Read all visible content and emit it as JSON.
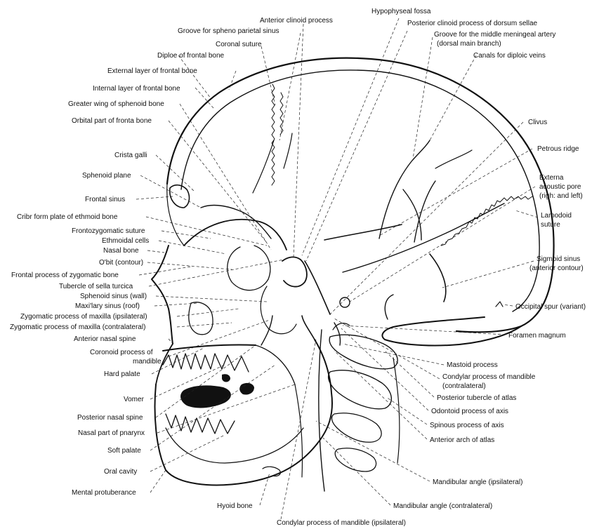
{
  "labels_top": [
    {
      "id": "hypophyseal-fossa",
      "text": "Hypophyseal fossa"
    },
    {
      "id": "anterior-clinoid-process",
      "text": "Anterior clinoid process"
    },
    {
      "id": "posterior-clinoid-process",
      "text": "Posterior clinoid process of dorsum sellae"
    },
    {
      "id": "groove-spheno-parietal-sinus",
      "text": "Groove for spheno parietal sinus"
    },
    {
      "id": "groove-middle-meningeal-1",
      "text": "Groove for the middle meningeal artery"
    },
    {
      "id": "groove-middle-meningeal-2",
      "text": "(dorsal main branch)"
    },
    {
      "id": "coronal-suture",
      "text": "Coronal suture"
    }
  ],
  "labels_left": [
    {
      "id": "diploe-frontal-bone",
      "text": "Diploe of frontal bone"
    },
    {
      "id": "external-layer-frontal-bone",
      "text": "External layer of frontal bone"
    },
    {
      "id": "internal-layer-frontal-bone",
      "text": "Internal layer of frontal bone"
    },
    {
      "id": "greater-wing-sphenoid",
      "text": "Greater wing of sphenoid bone"
    },
    {
      "id": "orbital-part-frontal",
      "text": "Orbital part of fronta bone"
    },
    {
      "id": "crista-galli",
      "text": "Crista galli"
    },
    {
      "id": "sphenoid-plane",
      "text": "Sphenoid plane"
    },
    {
      "id": "frontal-sinus",
      "text": "Frontal sinus"
    },
    {
      "id": "cribriform-plate",
      "text": "Cribr form plate of ethmoid bone"
    },
    {
      "id": "frontozygomatic-suture",
      "text": "Frontozygomatic suture"
    },
    {
      "id": "ethmoidal-cells",
      "text": "Ethmoidal cells"
    },
    {
      "id": "nasal-bone",
      "text": "Nasal bone"
    },
    {
      "id": "orbit-contour",
      "text": "O'bit (contour)"
    },
    {
      "id": "frontal-process-zygomatic",
      "text": "Frontal process of zygomatic bone"
    },
    {
      "id": "tubercle-sella",
      "text": "Tubercle of sella turcica"
    },
    {
      "id": "sphenoid-sinus-wall",
      "text": "Sphenoid sinus (wall)"
    },
    {
      "id": "maxillary-sinus-roof",
      "text": "Maxi'lary sinus (roof)"
    },
    {
      "id": "zygomatic-ipsi",
      "text": "Zygomatic process of maxilla (ipsilateral)"
    },
    {
      "id": "zygomatic-contra",
      "text": "Zygomatic process of maxilla (contralateral)"
    },
    {
      "id": "anterior-nasal-spine",
      "text": "Anterior nasal spine"
    },
    {
      "id": "coronoid-process-1",
      "text": "Coronoid process of"
    },
    {
      "id": "coronoid-process-2",
      "text": "mandible"
    },
    {
      "id": "hard-palate",
      "text": "Hard palate"
    },
    {
      "id": "vomer",
      "text": "Vomer"
    },
    {
      "id": "posterior-nasal-spine",
      "text": "Posterior nasal spine"
    },
    {
      "id": "nasal-pharynx",
      "text": "Nasal part of pnarynx"
    },
    {
      "id": "soft-palate",
      "text": "Soft palate"
    },
    {
      "id": "oral-cavity",
      "text": "Oral cavity"
    },
    {
      "id": "mental-protuberance",
      "text": "Mental protuberance"
    }
  ],
  "labels_right": [
    {
      "id": "canals-diploic-veins",
      "text": "Canals for diploic veins"
    },
    {
      "id": "clivus",
      "text": "Clivus"
    },
    {
      "id": "petrous-ridge",
      "text": "Petrous ridge"
    },
    {
      "id": "external-acoustic-1",
      "text": "Externa"
    },
    {
      "id": "external-acoustic-2",
      "text": "acoustic pore"
    },
    {
      "id": "external-acoustic-3",
      "text": "(righ: and left)"
    },
    {
      "id": "lambdoid-1",
      "text": "Lamodoid"
    },
    {
      "id": "lambdoid-2",
      "text": "suture"
    },
    {
      "id": "sigmoid-1",
      "text": "Sigmoid sinus"
    },
    {
      "id": "sigmoid-2",
      "text": "(anterior contour)"
    },
    {
      "id": "occipital-spur",
      "text": "Occipital spur (variant)"
    },
    {
      "id": "foramen-magnum",
      "text": "Foramen magnum"
    },
    {
      "id": "mastoid-process",
      "text": "Mastoid process"
    },
    {
      "id": "condylar-contra-1",
      "text": "Condylar process of mandible"
    },
    {
      "id": "condylar-contra-2",
      "text": "(contralateral)"
    },
    {
      "id": "posterior-tubercle-atlas",
      "text": "Posterior tubercle of atlas"
    },
    {
      "id": "odontoid-process",
      "text": "Odontoid process of axis"
    },
    {
      "id": "spinous-process-axis",
      "text": "Spinous process of axis"
    },
    {
      "id": "anterior-arch-atlas",
      "text": "Anterior arch of atlas"
    },
    {
      "id": "mandibular-angle-ipsi",
      "text": "Mandibular angle (ipsilateral)"
    },
    {
      "id": "mandibular-angle-contra",
      "text": "Mandibular angle (contralateral)"
    }
  ],
  "labels_bottom": [
    {
      "id": "hyoid-bone",
      "text": "Hyoid bone"
    },
    {
      "id": "condylar-ipsi",
      "text": "Condylar process of mandible (ipsilateral)"
    }
  ]
}
